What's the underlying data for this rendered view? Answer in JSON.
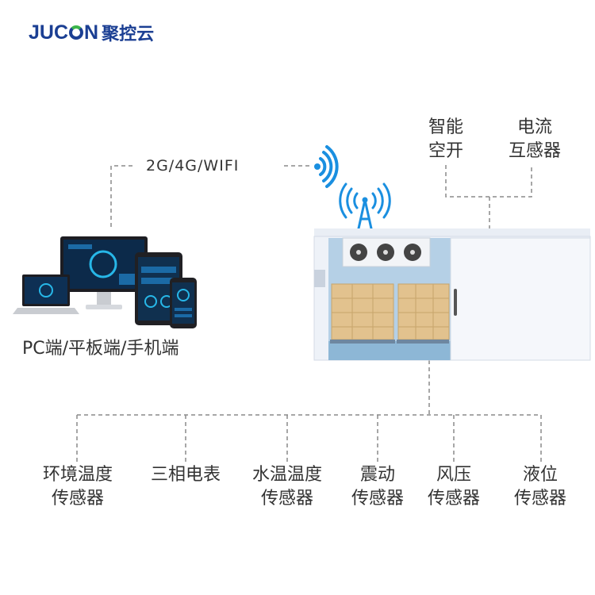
{
  "brand": {
    "latin_prefix": "JU",
    "latin_c": "C",
    "latin_suffix": "N",
    "cn": "聚控云"
  },
  "network": {
    "label": "2G/4G/WIFI"
  },
  "devices": {
    "label": "PC端/平板端/手机端"
  },
  "top_sensors": [
    {
      "line1": "智能",
      "line2": "空开"
    },
    {
      "line1": "电流",
      "line2": "互感器"
    }
  ],
  "bottom_sensors": [
    {
      "line1": "环境温度",
      "line2": "传感器"
    },
    {
      "line1": "三相电表",
      "line2": ""
    },
    {
      "line1": "水温温度",
      "line2": "传感器"
    },
    {
      "line1": "震动",
      "line2": "传感器"
    },
    {
      "line1": "风压",
      "line2": "传感器"
    },
    {
      "line1": "液位",
      "line2": "传感器"
    }
  ],
  "colors": {
    "brand_blue": "#1b3f93",
    "brand_green": "#3bb54a",
    "wifi_blue": "#1a8fe0",
    "dash": "#8a8a8a"
  }
}
